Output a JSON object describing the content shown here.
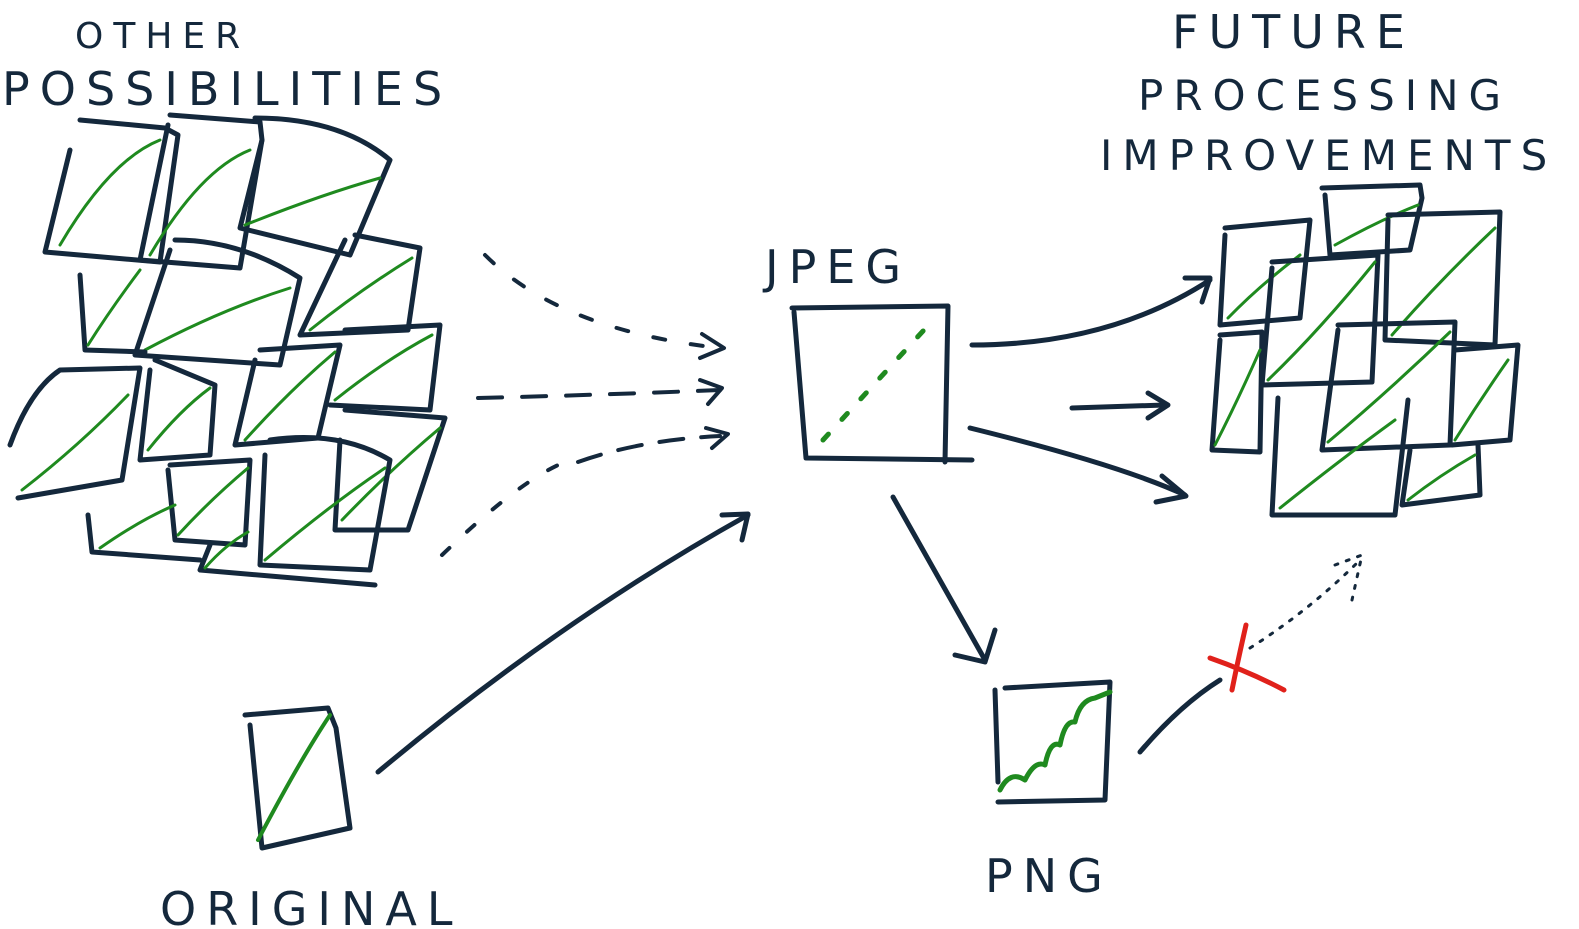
{
  "labels": {
    "other_1": "OTHER",
    "other_2": "POSSIBILITIES",
    "future_1": "FUTURE",
    "future_2": "PROCESSING",
    "future_3": "IMPROVEMENTS",
    "jpeg": "JPEG",
    "png": "PNG",
    "original": "ORIGINAL"
  },
  "colors": {
    "ink": "#14283c",
    "green": "#1f8a1f",
    "red": "#e0211b",
    "background": "#ffffff"
  },
  "icons": {
    "blocked": "red-x-mark"
  }
}
